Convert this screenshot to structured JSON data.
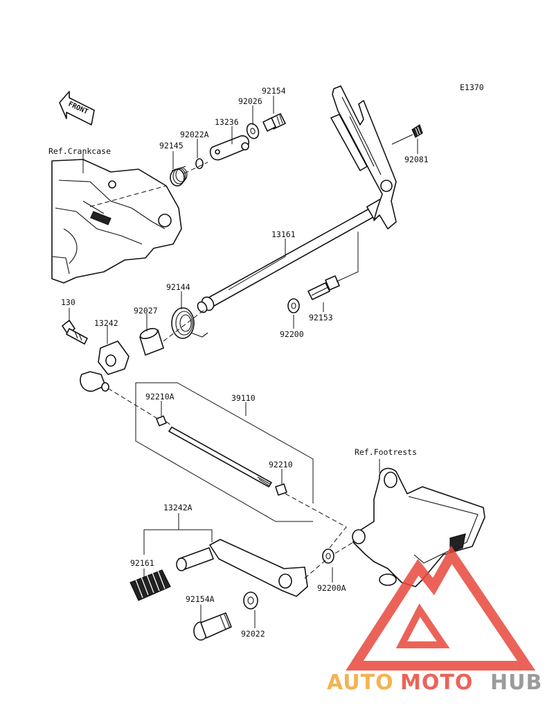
{
  "diagram": {
    "code": "E1370",
    "front_arrow": "FRONT",
    "refs": {
      "crankcase": "Ref.Crankcase",
      "footrests": "Ref.Footrests"
    },
    "parts": {
      "p92154": "92154",
      "p92026": "92026",
      "p13236": "13236",
      "p92022A": "92022A",
      "p92145": "92145",
      "p92081": "92081",
      "p13161": "13161",
      "p92144": "92144",
      "p92027": "92027",
      "p130": "130",
      "p13242": "13242",
      "p92153": "92153",
      "p92200": "92200",
      "p92210A": "92210A",
      "p39110": "39110",
      "p92210": "92210",
      "p13242A": "13242A",
      "p92161": "92161",
      "p92200A": "92200A",
      "p92154A": "92154A",
      "p92022": "92022"
    }
  },
  "watermark": {
    "text_part1": "AUTO",
    "text_part2": "MOTO",
    "text_part3": "HUB",
    "color_orange": "#f4a533",
    "color_red": "#e8483c",
    "color_gray": "#8a8a8a"
  }
}
